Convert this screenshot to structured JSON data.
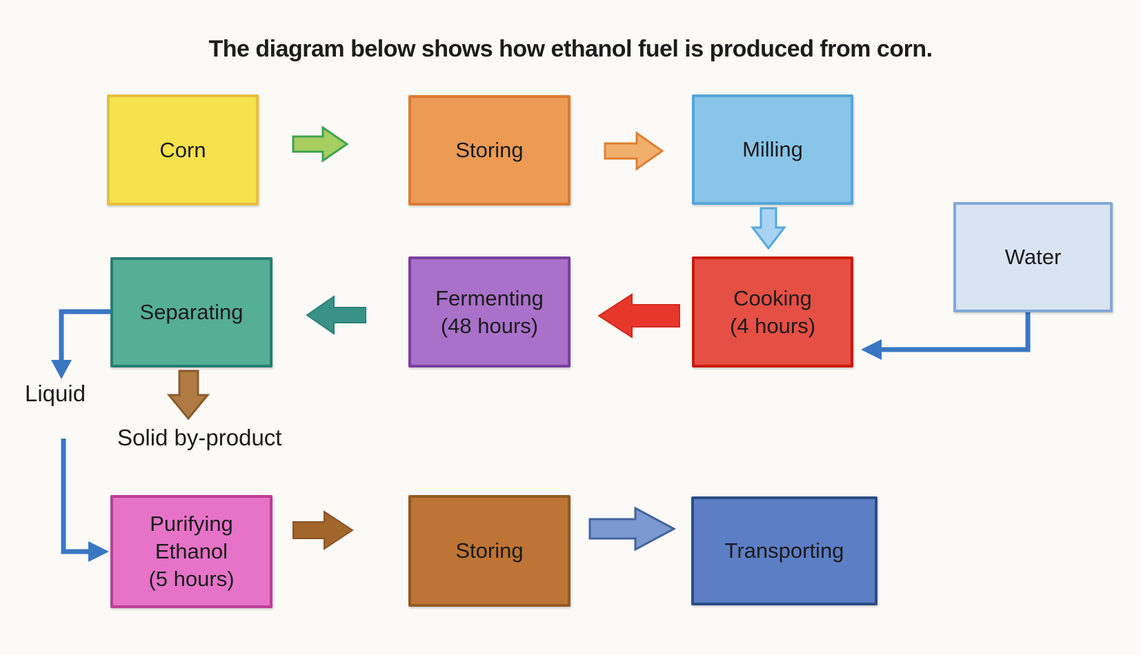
{
  "title": "The diagram below shows how ethanol fuel is produced from corn.",
  "boxes": {
    "corn": {
      "label": "Corn",
      "fill": "#F6E24C",
      "border": "#E9BE3E"
    },
    "storing_1": {
      "label": "Storing",
      "fill": "#EB9B54",
      "border": "#DC7B31"
    },
    "milling": {
      "label": "Milling",
      "fill": "#88C5E9",
      "border": "#55A6D8"
    },
    "water": {
      "label": "Water",
      "fill": "#D8E4F2",
      "border": "#82A9D6"
    },
    "separating": {
      "label": "Separating",
      "fill": "#55AF94",
      "border": "#277E72"
    },
    "fermenting": {
      "label": "Fermenting",
      "duration": "(48 hours)",
      "fill": "#A971CA",
      "border": "#7B3FA0"
    },
    "cooking": {
      "label": "Cooking",
      "duration": "(4 hours)",
      "fill": "#E64F44",
      "border": "#CC1A0E"
    },
    "purifying": {
      "label": "Purifying Ethanol",
      "duration": "(5 hours)",
      "fill": "#E673C8",
      "border": "#BE3D98"
    },
    "storing_2": {
      "label": "Storing",
      "fill": "#BE7434",
      "border": "#925A20"
    },
    "transporting": {
      "label": "Transporting",
      "fill": "#5C7EC5",
      "border": "#2C4C86"
    }
  },
  "annotations": {
    "liquid": "Liquid",
    "solid_by_product": "Solid by-product"
  },
  "arrows": {
    "green": {
      "fill": "#A6CE61",
      "stroke": "#3FA34D"
    },
    "orange": {
      "fill": "#F2AE6C",
      "stroke": "#E07F2F"
    },
    "blue_down": {
      "fill": "#A9D3F2",
      "stroke": "#57A8DD"
    },
    "teal": {
      "fill": "#3A9287",
      "stroke": "#2E7F74"
    },
    "red": {
      "fill": "#E7362A",
      "stroke": "#D32A1E"
    },
    "brown_down": {
      "fill": "#AF7B43",
      "stroke": "#8A5B28"
    },
    "brown_right": {
      "fill": "#A2652C",
      "stroke": "#8A5223"
    },
    "blue_right": {
      "fill": "#7C99D2",
      "stroke": "#44639F"
    },
    "connector": {
      "stroke": "#3A77C2"
    }
  },
  "colors": {
    "background": "#FBFAF7",
    "text": "#1b1b1b"
  }
}
